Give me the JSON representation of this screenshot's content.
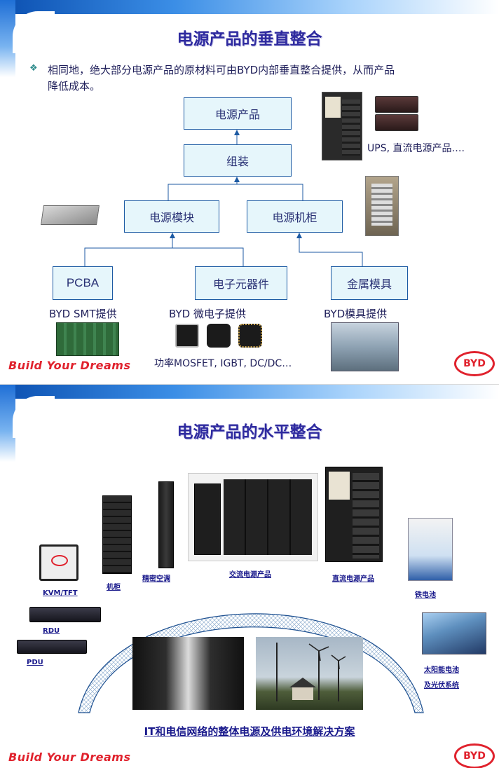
{
  "slide1": {
    "title": "电源产品的垂直整合",
    "bullet_icon": "diamond-bullet-icon",
    "bullet_line1": "相同地，绝大部分电源产品的原材料可由BYD内部垂直整合提供，从而产品",
    "bullet_line2": "降低成本。",
    "boxes": {
      "power_products": "电源产品",
      "assembly": "组装",
      "power_module": "电源模块",
      "power_cabinet": "电源机柜",
      "pcba": "PCBA",
      "components": "电子元器件",
      "metal_mold": "金属模具"
    },
    "ups_caption": "UPS, 直流电源产品….",
    "smt_caption": "BYD SMT提供",
    "micro_caption": "BYD 微电子提供",
    "mold_caption": "BYD模具提供",
    "mosfet_caption": "功率MOSFET, IGBT, DC/DC…"
  },
  "slide2": {
    "title": "电源产品的水平整合",
    "labels": {
      "kvm": "KVM/TFT",
      "cabinet": "机柜",
      "precision_ac": "精密空调",
      "ac_power": "交流电源产品",
      "dc_power": "直流电源产品",
      "iron_battery": "铁电池",
      "rdu": "RDU",
      "pdu": "PDU",
      "solar_line1": "太阳能电池",
      "solar_line2": "及光伏系统"
    },
    "bottom_caption": "IT和电信网络的整体电源及供电环境解决方案"
  },
  "footer": {
    "slogan": "Build Your Dreams",
    "logo_text": "BYD"
  },
  "colors": {
    "title": "#2e2a9f",
    "box_fill": "#e6f6fb",
    "box_border": "#1c5aa3",
    "brand_red": "#e0222d",
    "label_blue": "#1a1a8c"
  }
}
